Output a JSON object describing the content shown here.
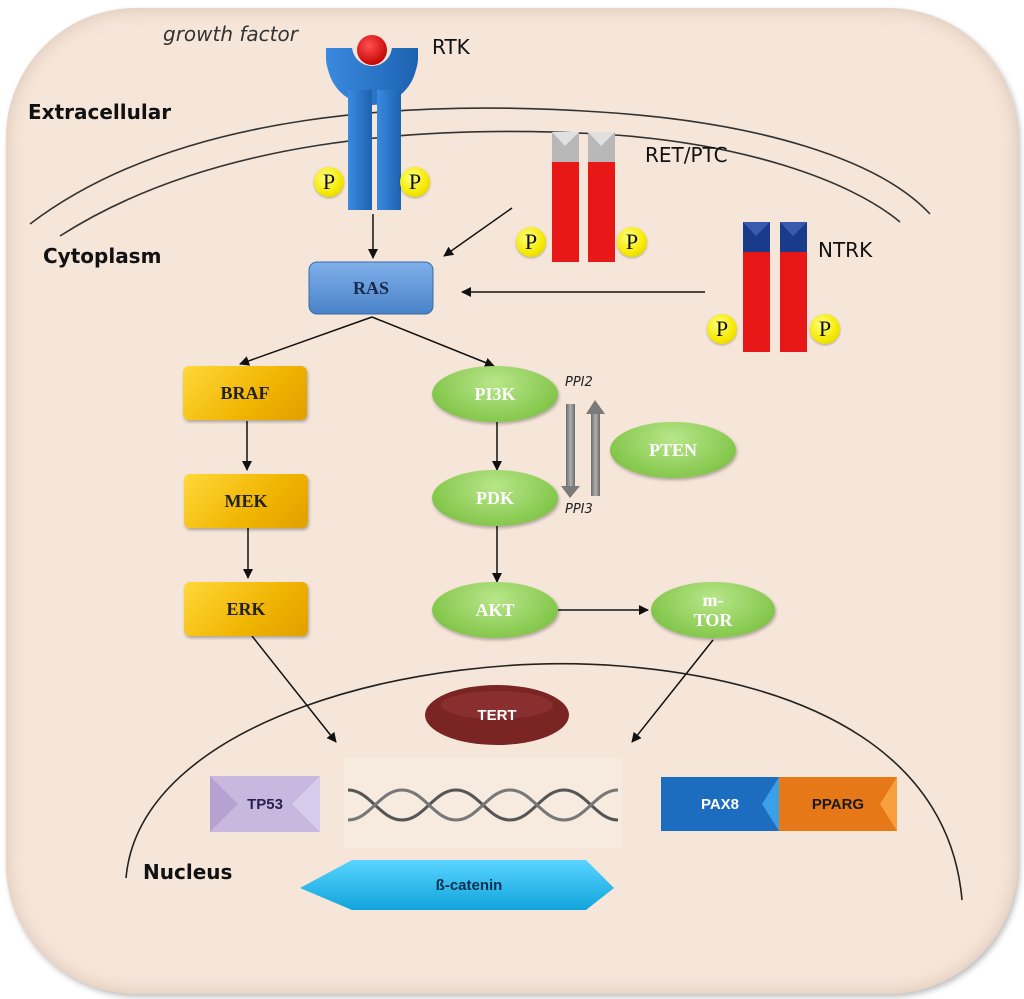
{
  "regions": {
    "extracellular": "Extracellular",
    "cytoplasm": "Cytoplasm",
    "nucleus": "Nucleus"
  },
  "receptors": {
    "ligand_label": "growth factor",
    "rtk": "RTK",
    "ret_ptc": "RET/PTC",
    "ntrk": "NTRK",
    "phospho": "P"
  },
  "nodes": {
    "ras": "RAS",
    "braf": "BRAF",
    "mek": "MEK",
    "erk": "ERK",
    "pi3k": "PI3K",
    "pdk": "PDK",
    "akt": "AKT",
    "pten": "PTEN",
    "mtor_line1": "m-",
    "mtor_line2": "TOR",
    "ppi2": "PPI2",
    "ppi3": "PPI3"
  },
  "nuclear": {
    "tert": "TERT",
    "tp53": "TP53",
    "pax8": "PAX8",
    "pparg": "PPARG",
    "beta_catenin": "ß-catenin"
  },
  "colors": {
    "background": "#f6e6d9",
    "rtk_blue": "#2a78c8",
    "ligand_red": "#d81818",
    "receptor_red": "#e81818",
    "ret_cap": "#b8b8b8",
    "ntrk_cap": "#1a3a8a",
    "ras_blue": "#5b93d6",
    "kinase_gold": "#f4c010",
    "pi3k_green": "#8ccc55",
    "tert_maroon": "#7a2424",
    "tp53_lavender": "#c8b8e0",
    "pax8_blue": "#1c6cc0",
    "pparg_orange": "#e67818",
    "catenin_cyan": "#20b8ec"
  }
}
